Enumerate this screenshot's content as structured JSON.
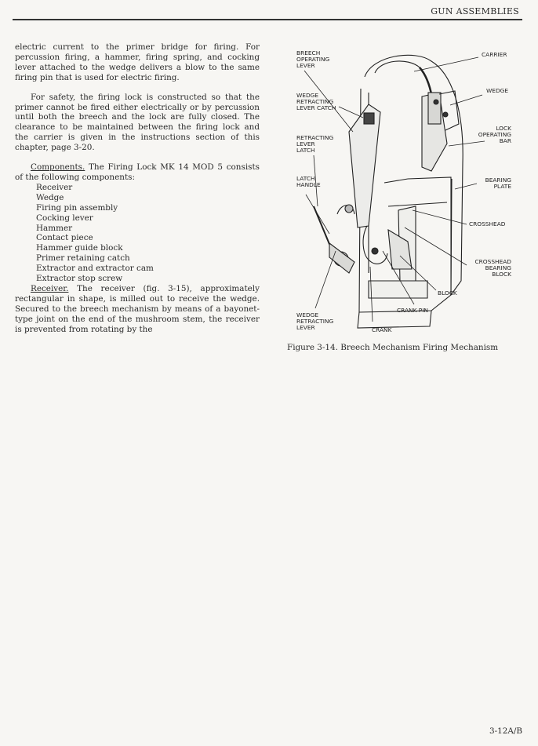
{
  "header": {
    "section_title": "GUN ASSEMBLIES"
  },
  "body": {
    "para1": "electric current to the primer bridge for firing. For percussion firing, a hammer, firing spring, and cocking lever attached to the wedge delivers a blow to the same firing pin that is used for electric firing.",
    "para2": "For safety, the firing lock is constructed so that the primer cannot be fired either electrically or by percussion until both the breech and the lock are fully closed. The clearance to be maintained between the firing lock and the carrier is given in the instructions section of this chapter, page 3-20.",
    "components_heading": "Components.",
    "components_intro": "The Firing Lock MK 14 MOD 5 consists of the following components:",
    "components": [
      "Receiver",
      "Wedge",
      "Firing pin assembly",
      "Cocking lever",
      "Hammer",
      "Contact piece",
      "Hammer guide block",
      "Primer retaining catch",
      "Extractor and extractor cam",
      "Extractor stop screw"
    ],
    "receiver_heading": "Receiver.",
    "receiver_text": "The receiver (fig. 3-15), approximately rectangular in shape, is milled out to receive the wedge. Secured to the breech mechanism by means of a bayonet-type joint on the end of the mushroom stem, the receiver is prevented from rotating by the"
  },
  "figure": {
    "labels": {
      "breech_operating_lever": "BREECH\nOPERATING\nLEVER",
      "carrier": "CARRIER",
      "wedge": "WEDGE",
      "wedge_retracting_lever_catch": "WEDGE\nRETRACTING\nLEVER CATCH",
      "lock_operating_bar": "LOCK\nOPERATING\nBAR",
      "retracting_lever_latch": "RETRACTING\nLEVER\nLATCH",
      "bearing_plate": "BEARING\nPLATE",
      "latch_handle": "LATCH\nHANDLE",
      "crosshead": "CROSSHEAD",
      "crosshead_bearing_block": "CROSSHEAD\nBEARING\nBLOCK",
      "block": "BLOCK",
      "crank_pin": "CRANK PIN",
      "wedge_retracting_lever": "WEDGE\nRETRACTING\nLEVER",
      "crank": "CRANK"
    },
    "caption": "Figure 3-14.  Breech Mechanism Firing Mechanism"
  },
  "footer": {
    "page_number": "3-12A/B"
  }
}
